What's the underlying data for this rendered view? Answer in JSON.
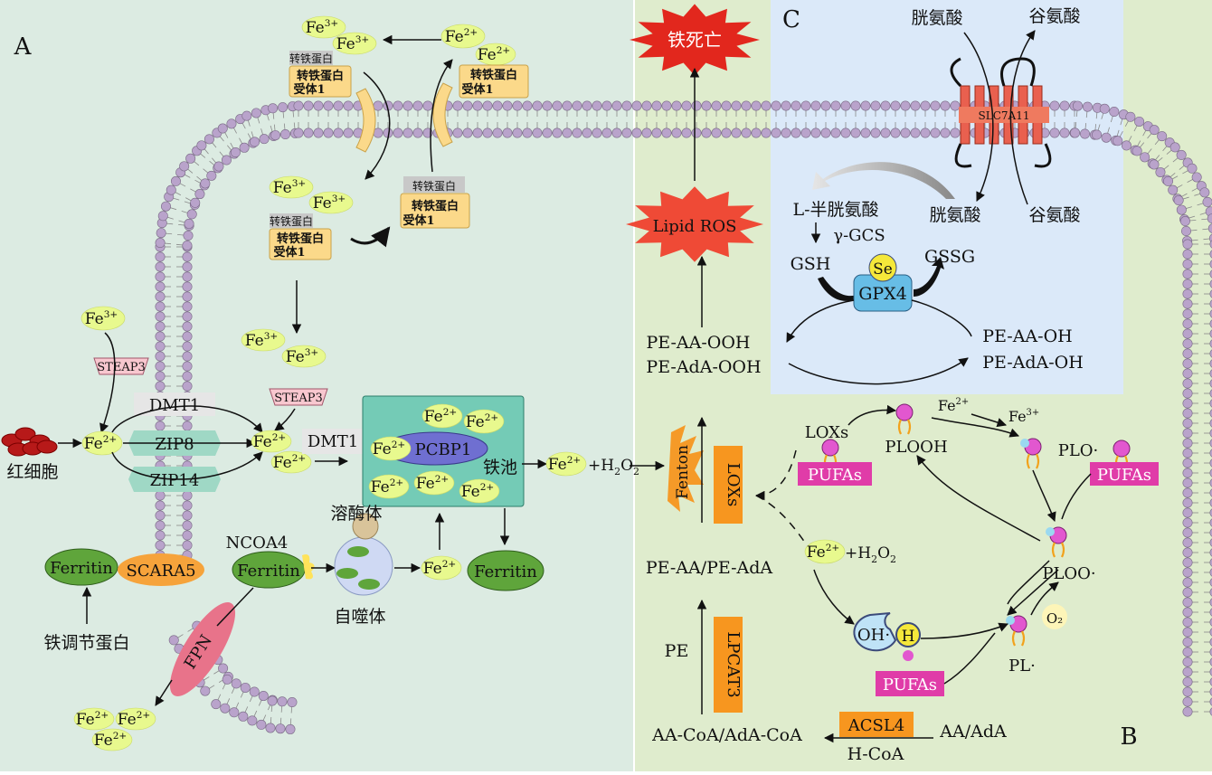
{
  "panels": {
    "a": "A",
    "b": "B",
    "c": "C"
  },
  "fe3": "Fe3+",
  "fe2": "Fe2+",
  "transferrin": "转铁蛋白",
  "tfr1": [
    "转铁蛋白",
    "受体1"
  ],
  "steap3": "STEAP3",
  "dmt1": "DMT1",
  "zip8": "ZIP8",
  "zip14": "ZIP14",
  "rbc": "红细胞",
  "ferritin": "Ferritin",
  "scara5": "SCARA5",
  "ncoa4": "NCOA4",
  "lysosome": "溶酶体",
  "autophagosome": "自噬体",
  "iron_reg_protein": "铁调节蛋白",
  "fpn": "FPN",
  "pcbp1": "PCBP1",
  "iron_pool": "铁池",
  "fe2_h2o2": "Fe2++H2O2",
  "ferroptosis": "铁死亡",
  "lipid_ros": "Lipid ROS",
  "pe_aa_ooh": "PE-AA-OOH",
  "pe_ada_ooh": "PE-AdA-OOH",
  "fenton": "Fenton",
  "loxs": "LOXs",
  "pe_aa_ada": "PE-AA/PE-AdA",
  "pe": "PE",
  "lpcat3": "LPCAT3",
  "aa_coa": "AA-CoA/AdA-CoA",
  "acsl4": "ACSL4",
  "aa_ada": "AA/AdA",
  "h_coa": "H-CoA",
  "cystine": "胱氨酸",
  "glutamate": "谷氨酸",
  "slc7a11": "SLC7A11",
  "cysteine": "L-半胱氨酸",
  "gamma_gcs": "γ-GCS",
  "gsh": "GSH",
  "gssg": "GSSG",
  "se": "Se",
  "gpx4": "GPX4",
  "pe_aa_oh": "PE-AA-OH",
  "pe_ada_oh": "PE-AdA-OH",
  "plooh": "PLOOH",
  "plo": "PLO·",
  "ploo": "PLOO·",
  "pl": "PL·",
  "pufas": "PUFAs",
  "oh": "OH·",
  "h": "H",
  "o2": "O₂",
  "colors": {
    "left_bg": "#dcebe2",
    "right_bg": "#dfeccd",
    "c_bg": "#dbe9f9",
    "fe_fill": "#e8f98e",
    "membrane": "#b9a3cb"
  }
}
